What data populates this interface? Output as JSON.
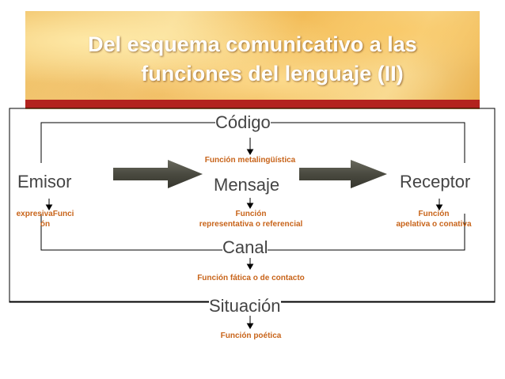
{
  "title": {
    "line1": "Del esquema comunicativo a las",
    "line2": "funciones del lenguaje (II)"
  },
  "nodes": {
    "codigo": "Código",
    "emisor": "Emisor",
    "mensaje": "Mensaje",
    "receptor": "Receptor",
    "canal": "Canal",
    "situacion": "Situación"
  },
  "functions": {
    "metalinguistica": "Función metalingüística",
    "expresiva_line1": "expresivaFunci",
    "expresiva_line2": "ón",
    "representativa_line1": "Función",
    "representativa_line2": "representativa o referencial",
    "apelativa_line1": "Función",
    "apelativa_line2": "apelativa o conativa",
    "fatica": "Función fática o de contacto",
    "poetica": "Función poética"
  },
  "colors": {
    "title_text": "#ffffff",
    "banner_accent": "#b3231e",
    "node_text": "#444444",
    "function_text": "#c8641a",
    "arrow_fill": "#4a4a40"
  }
}
